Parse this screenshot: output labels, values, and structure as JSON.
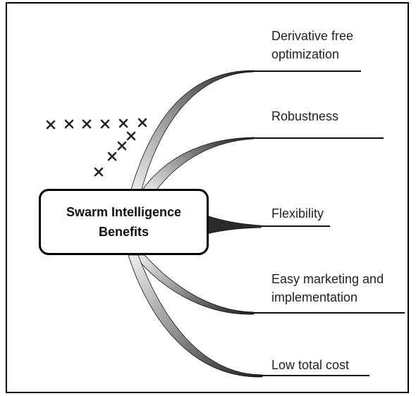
{
  "center": {
    "line1": "Swarm Intelligence",
    "line2": "Benefits"
  },
  "benefits": [
    {
      "line1": "Derivative  free",
      "line2": "optimization"
    },
    {
      "line1": "Robustness"
    },
    {
      "line1": "Flexibility"
    },
    {
      "line1": "Easy marketing  and",
      "line2": "implementation"
    },
    {
      "line1": "Low total cost"
    }
  ],
  "swarm_icon": "x-marks-swarm",
  "colors": {
    "line": "#000000",
    "ribbon_light": "#e6e6e6",
    "ribbon_dark": "#3a3a3a"
  }
}
